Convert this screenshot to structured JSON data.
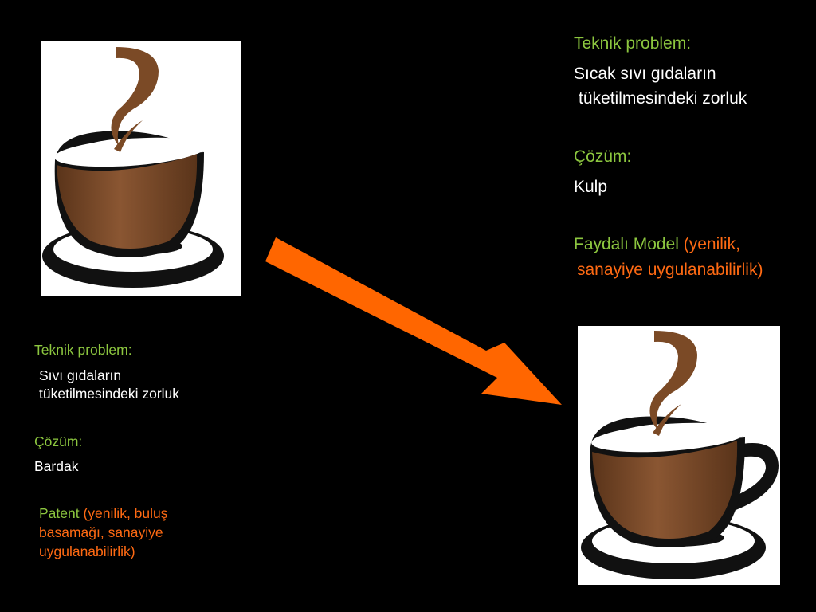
{
  "left_panel": {
    "problem_heading": "Teknik problem:",
    "problem_line1": "Sıvı gıdaların",
    "problem_line2": "tüketilmesindeki zorluk",
    "solution_heading": "Çözüm:",
    "solution_value": "Bardak",
    "protection_type": "Patent",
    "protection_criteria_line1": "(yenilik, buluş",
    "protection_criteria_line2": "basamağı, sanayiye",
    "protection_criteria_line3": "uygulanabilirlik)"
  },
  "right_panel": {
    "problem_heading": "Teknik problem:",
    "problem_line1": "Sıcak sıvı gıdaların",
    "problem_line2": "tüketilmesindeki zorluk",
    "solution_heading": "Çözüm:",
    "solution_value": "Kulp",
    "protection_type": "Faydalı Model",
    "protection_criteria_line1": "(yenilik,",
    "protection_criteria_line2": "sanayiye uygulanabilirlik)"
  },
  "images": {
    "cup_without_handle": "coffee-cup-icon",
    "cup_with_handle": "coffee-cup-with-handle-icon"
  },
  "colors": {
    "background": "#000000",
    "heading": "#8cc63f",
    "body_text": "#ffffff",
    "criteria": "#ff6a13",
    "arrow": "#ff6600",
    "coffee": "#7b4a26"
  }
}
